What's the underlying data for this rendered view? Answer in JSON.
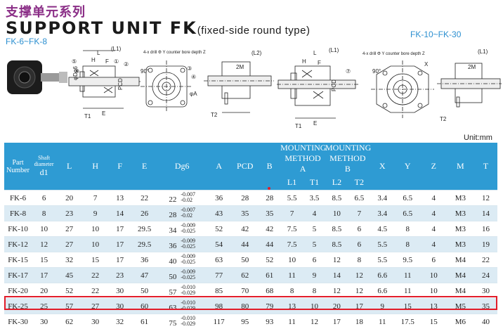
{
  "header": {
    "title_cn": "支撑单元系列",
    "title_main": "SUPPORT UNIT FK",
    "title_sub": "(fixed-side round type)",
    "range_left": "FK-6~FK-8",
    "range_right": "FK-10~FK-30",
    "unit": "Unit:mm"
  },
  "drawing_labels": {
    "L": "L",
    "L1": "(L1)",
    "L2": "(L2)",
    "H": "H",
    "F": "F",
    "E": "E",
    "T1": "T1",
    "T2": "T2",
    "M2": "2M",
    "PCD": "PCD",
    "angle": "90°",
    "X": "X",
    "Y": "Y",
    "Z": "Z",
    "phiA": "φA",
    "phiD": "φDg6",
    "hole_note": "4-x drill Φ Y counter bore depth Z",
    "n1": "①",
    "n2": "②",
    "n3": "③",
    "n4": "④",
    "n5": "⑤",
    "n6": "⑥",
    "n7": "⑦"
  },
  "table": {
    "headers": {
      "part": "Part Number",
      "shaft": "Shaft diameter",
      "d1": "d1",
      "L": "L",
      "H": "H",
      "F": "F",
      "E": "E",
      "Dg6": "Dg6",
      "A": "A",
      "PCD": "PCD",
      "B": "B",
      "mount_label": "MOUNTING METHOD",
      "mount_a": "A",
      "mount_b": "B",
      "L1": "L1",
      "T1": "T1",
      "L2": "L2",
      "T2": "T2",
      "X": "X",
      "Y": "Y",
      "Z": "Z",
      "M": "M",
      "T": "T"
    },
    "rows": [
      {
        "part": "FK-6",
        "d1": "6",
        "L": "20",
        "H": "7",
        "F": "13",
        "E": "22",
        "D": "22",
        "dt1": "-0.007",
        "dt2": "-0.02",
        "A": "36",
        "PCD": "28",
        "B": "28",
        "L1": "5.5",
        "T1": "3.5",
        "L2": "8.5",
        "T2": "6.5",
        "X": "3.4",
        "Y": "6.5",
        "Z": "4",
        "M": "M3",
        "T": "12"
      },
      {
        "part": "FK-8",
        "d1": "8",
        "L": "23",
        "H": "9",
        "F": "14",
        "E": "26",
        "D": "28",
        "dt1": "-0.007",
        "dt2": "-0.02",
        "A": "43",
        "PCD": "35",
        "B": "35",
        "L1": "7",
        "T1": "4",
        "L2": "10",
        "T2": "7",
        "X": "3.4",
        "Y": "6.5",
        "Z": "4",
        "M": "M3",
        "T": "14"
      },
      {
        "part": "FK-10",
        "d1": "10",
        "L": "27",
        "H": "10",
        "F": "17",
        "E": "29.5",
        "D": "34",
        "dt1": "-0.009",
        "dt2": "-0.025",
        "A": "52",
        "PCD": "42",
        "B": "42",
        "L1": "7.5",
        "T1": "5",
        "L2": "8.5",
        "T2": "6",
        "X": "4.5",
        "Y": "8",
        "Z": "4",
        "M": "M3",
        "T": "16"
      },
      {
        "part": "FK-12",
        "d1": "12",
        "L": "27",
        "H": "10",
        "F": "17",
        "E": "29.5",
        "D": "36",
        "dt1": "-0.009",
        "dt2": "-0.025",
        "A": "54",
        "PCD": "44",
        "B": "44",
        "L1": "7.5",
        "T1": "5",
        "L2": "8.5",
        "T2": "6",
        "X": "5.5",
        "Y": "8",
        "Z": "4",
        "M": "M3",
        "T": "19"
      },
      {
        "part": "FK-15",
        "d1": "15",
        "L": "32",
        "H": "15",
        "F": "17",
        "E": "36",
        "D": "40",
        "dt1": "-0.009",
        "dt2": "-0.025",
        "A": "63",
        "PCD": "50",
        "B": "52",
        "L1": "10",
        "T1": "6",
        "L2": "12",
        "T2": "8",
        "X": "5.5",
        "Y": "9.5",
        "Z": "6",
        "M": "M4",
        "T": "22"
      },
      {
        "part": "FK-17",
        "d1": "17",
        "L": "45",
        "H": "22",
        "F": "23",
        "E": "47",
        "D": "50",
        "dt1": "-0.009",
        "dt2": "-0.025",
        "A": "77",
        "PCD": "62",
        "B": "61",
        "L1": "11",
        "T1": "9",
        "L2": "14",
        "T2": "12",
        "X": "6.6",
        "Y": "11",
        "Z": "10",
        "M": "M4",
        "T": "24"
      },
      {
        "part": "FK-20",
        "d1": "20",
        "L": "52",
        "H": "22",
        "F": "30",
        "E": "50",
        "D": "57",
        "dt1": "-0.010",
        "dt2": "-0.029",
        "A": "85",
        "PCD": "70",
        "B": "68",
        "L1": "8",
        "T1": "8",
        "L2": "12",
        "T2": "12",
        "X": "6.6",
        "Y": "11",
        "Z": "10",
        "M": "M4",
        "T": "30"
      },
      {
        "part": "FK-25",
        "d1": "25",
        "L": "57",
        "H": "27",
        "F": "30",
        "E": "60",
        "D": "63",
        "dt1": "-0.010",
        "dt2": "-0.029",
        "A": "98",
        "PCD": "80",
        "B": "79",
        "L1": "13",
        "T1": "10",
        "L2": "20",
        "T2": "17",
        "X": "9",
        "Y": "15",
        "Z": "13",
        "M": "M5",
        "T": "35"
      },
      {
        "part": "FK-30",
        "d1": "30",
        "L": "62",
        "H": "30",
        "F": "32",
        "E": "61",
        "D": "75",
        "dt1": "-0.010",
        "dt2": "-0.029",
        "A": "117",
        "PCD": "95",
        "B": "93",
        "L1": "11",
        "T1": "12",
        "L2": "17",
        "T2": "18",
        "X": "11",
        "Y": "17.5",
        "Z": "15",
        "M": "M6",
        "T": "40"
      }
    ]
  },
  "colors": {
    "header_bg": "#2e9bd3",
    "title_cn": "#8a2d86",
    "range": "#2b8fd0",
    "highlight": "#e21d2a",
    "row_alt": "#dcebf4"
  }
}
